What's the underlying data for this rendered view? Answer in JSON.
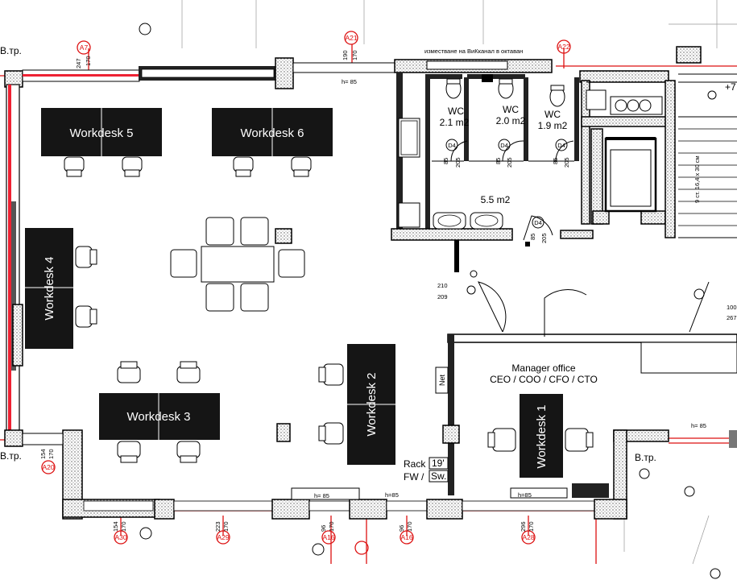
{
  "desks": {
    "d5": "Workdesk 5",
    "d6": "Workdesk 6",
    "d4": "Workdesk 4",
    "d3": "Workdesk 3",
    "d2": "Workdesk 2",
    "d1": "Workdesk 1"
  },
  "rooms": {
    "wc1": "WC",
    "wc1_area": "2.1 m2",
    "wc2": "WC",
    "wc2_area": "2.0 m2",
    "wc3": "WC",
    "wc3_area": "1.9 m2",
    "lobby_area": "5.5 m2",
    "manager_title": "Manager office",
    "manager_roles": "CEO / COO / CFO / CTO"
  },
  "equipment": {
    "net": "Net",
    "rack": "Rack",
    "rack_size": "19'",
    "fw": "FW /",
    "sw": "Sw."
  },
  "notes": {
    "top_note": "изместване на ВиКканал в октаван",
    "vtr_left_top": "В.тр.",
    "vtr_left_bottom": "В.тр.",
    "vtr_right": "В.тр.",
    "h85_a": "h= 85",
    "h85_b": "h= 85",
    "h85_c": "h=85",
    "h85_d": "h=85",
    "h85_e": "h= 85",
    "stair": "9 ст. 16,4 x 30 см",
    "plus7": "+7"
  },
  "doors": {
    "d4_1": "D4",
    "d4_2": "D4",
    "d4_3": "D4",
    "d4_4": "D4",
    "dim_85": "85",
    "dim_205": "205",
    "dim_210": "210",
    "dim_209": "209",
    "dim_100": "100",
    "dim_267": "267"
  },
  "axes": {
    "a7": "A7",
    "a21": "A21",
    "a22": "A22",
    "a20": "A20",
    "a30": "A30",
    "a29": "A29",
    "a16a": "A16",
    "a16b": "A16",
    "a28": "A28"
  },
  "dims": {
    "d247": "247",
    "d170": "170",
    "d190": "190",
    "d154": "154",
    "d223": "223",
    "d96": "96",
    "d296": "296"
  }
}
